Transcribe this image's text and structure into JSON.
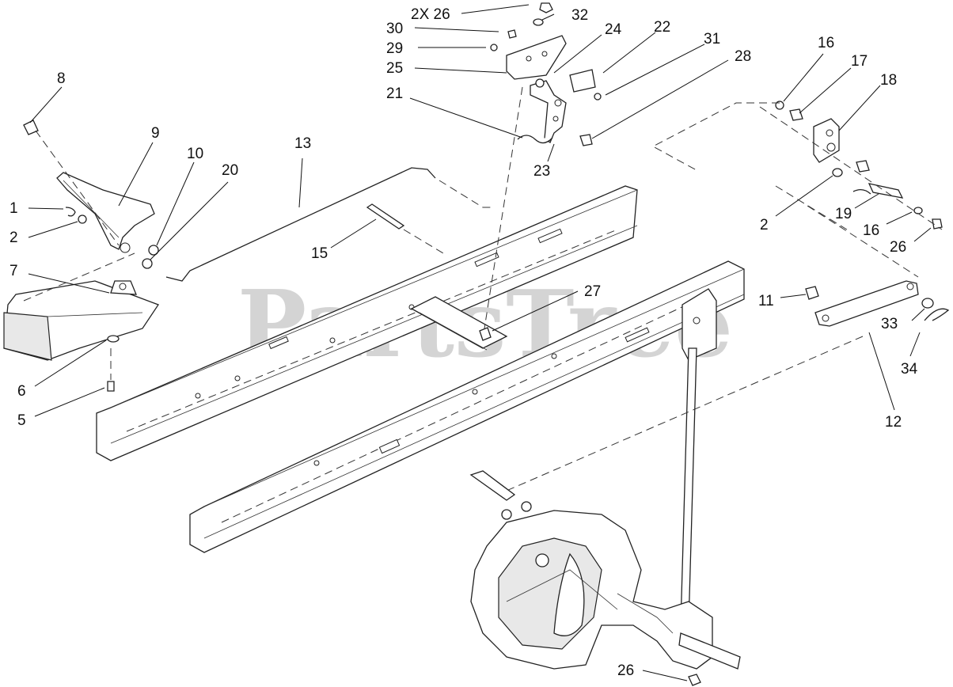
{
  "watermark": {
    "text": "PartsTree"
  },
  "callouts": {
    "c1": "1",
    "c2a": "2",
    "c2b": "2",
    "c5": "5",
    "c6": "6",
    "c7": "7",
    "c8": "8",
    "c9": "9",
    "c10": "10",
    "c11": "11",
    "c12": "12",
    "c13": "13",
    "c15": "15",
    "c16a": "16",
    "c16b": "16",
    "c17": "17",
    "c18": "18",
    "c19": "19",
    "c20": "20",
    "c21": "21",
    "c22": "22",
    "c23": "23",
    "c24": "24",
    "c25": "25",
    "c26x": "2X 26",
    "c26a": "26",
    "c26b": "26",
    "c27": "27",
    "c28": "28",
    "c29": "29",
    "c30": "30",
    "c31": "31",
    "c32": "32",
    "c33": "33",
    "c34": "34"
  }
}
